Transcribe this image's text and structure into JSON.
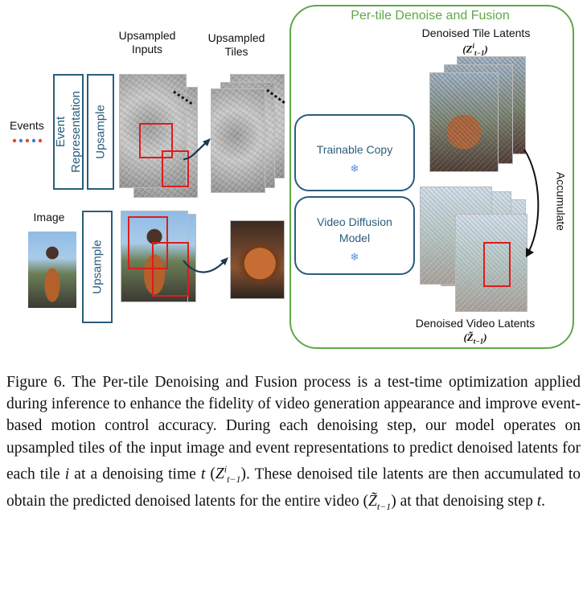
{
  "figure": {
    "labels": {
      "upsampled_inputs": [
        "Upsampled",
        "Inputs"
      ],
      "upsampled_tiles": [
        "Upsampled",
        "Tiles"
      ],
      "events": "Events",
      "image": "Image",
      "event_representation": [
        "Event",
        "Representation"
      ],
      "upsample_top": "Upsample",
      "upsample_bottom": "Upsample",
      "per_tile_title": "Per-tile Denoise and Fusion",
      "denoised_tile_latents": "Denoised Tile Latents",
      "denoised_tile_latents_math": "(Zᵢ t−1)",
      "trainable_copy": "Trainable Copy",
      "video_diffusion_model": [
        "Video Diffusion",
        "Model"
      ],
      "accumulate": "Accumulate",
      "denoised_video_latents": "Denoised Video Latents",
      "denoised_video_latents_math": "(Z̃ t−1)"
    },
    "colors": {
      "green_frame": "#5fa846",
      "blue_box": "#2a5d7c",
      "red_tile": "#e01b1b",
      "event_dots": [
        "#e8463a",
        "#3c7fd1",
        "#e8463a",
        "#3c7fd1",
        "#e8463a"
      ]
    }
  },
  "caption": {
    "label": "Figure 6.",
    "text_1": "The Per-tile Denoising and Fusion process is a test-time optimization applied during inference to enhance the fidelity of video generation appearance and improve event-based motion control accuracy. During each denoising step, our model operates on upsampled tiles of the input image and event representations to predict denoised latents for each tile ",
    "var_i": "i",
    "text_2": " at a denoising time ",
    "var_t": "t",
    "math_z": "(Zⁱₜ₋₁)",
    "text_3": ". These denoised tile latents are then accumulated to obtain the predicted denoised latents for the entire video ",
    "math_ztilde": "(Z̃ₜ₋₁)",
    "text_4": " at that denoising step ",
    "var_t2": "t",
    "text_5": "."
  }
}
